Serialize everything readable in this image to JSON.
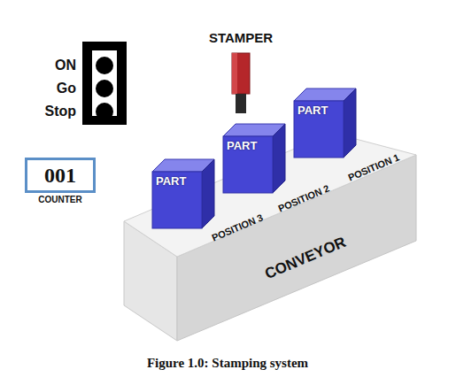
{
  "diagram": {
    "caption": "Figure 1.0: Stamping system",
    "nodes": [
      {
        "text": [
          "001",
          "COUNTER"
        ]
      },
      {
        "text": [
          "PART"
        ]
      },
      {
        "text": [
          "PART"
        ]
      },
      {
        "text": [
          "PART"
        ]
      }
    ],
    "labels": [
      "ON",
      "Go",
      "Stop",
      "STAMPER",
      "POSITION 3",
      "POSITION 2",
      "POSITION 1",
      "CONVEYOR"
    ]
  }
}
